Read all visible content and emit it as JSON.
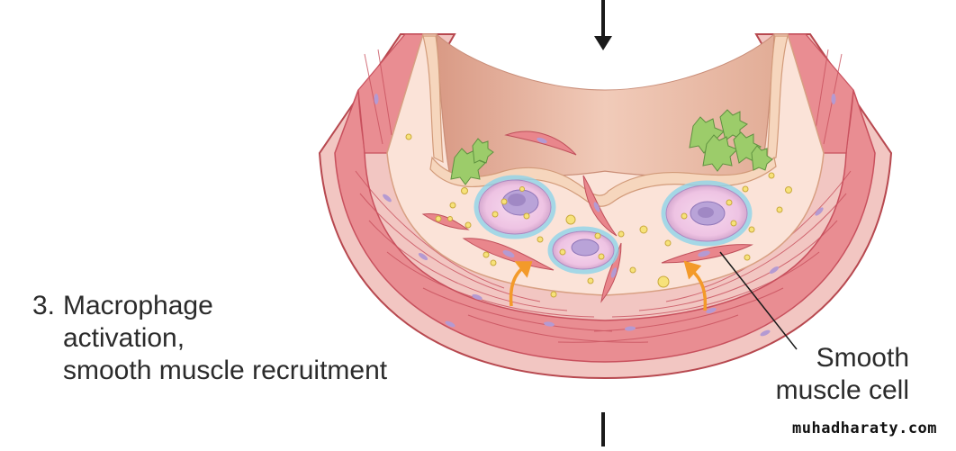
{
  "caption": {
    "step_number": "3.",
    "line1": "Macrophage",
    "line2": "activation,",
    "line3": "smooth muscle recruitment"
  },
  "labels": {
    "smooth_muscle_cell": [
      "Smooth",
      "muscle cell"
    ]
  },
  "watermark": "muhadharaty.com",
  "colors": {
    "adventitia": "#f2c6c2",
    "media": "#e98d92",
    "media_line": "#c8505d",
    "intima": "#fbe3d8",
    "lumen": "#e7b9a4",
    "nucleus": "#b9a3d8",
    "macrophage": "#f3cfe7",
    "macrophage_glow": "#8fd3ea",
    "lipid": "#f7e27a",
    "platelet": "#9ccc6a",
    "arrow_orange": "#f39a2a"
  }
}
